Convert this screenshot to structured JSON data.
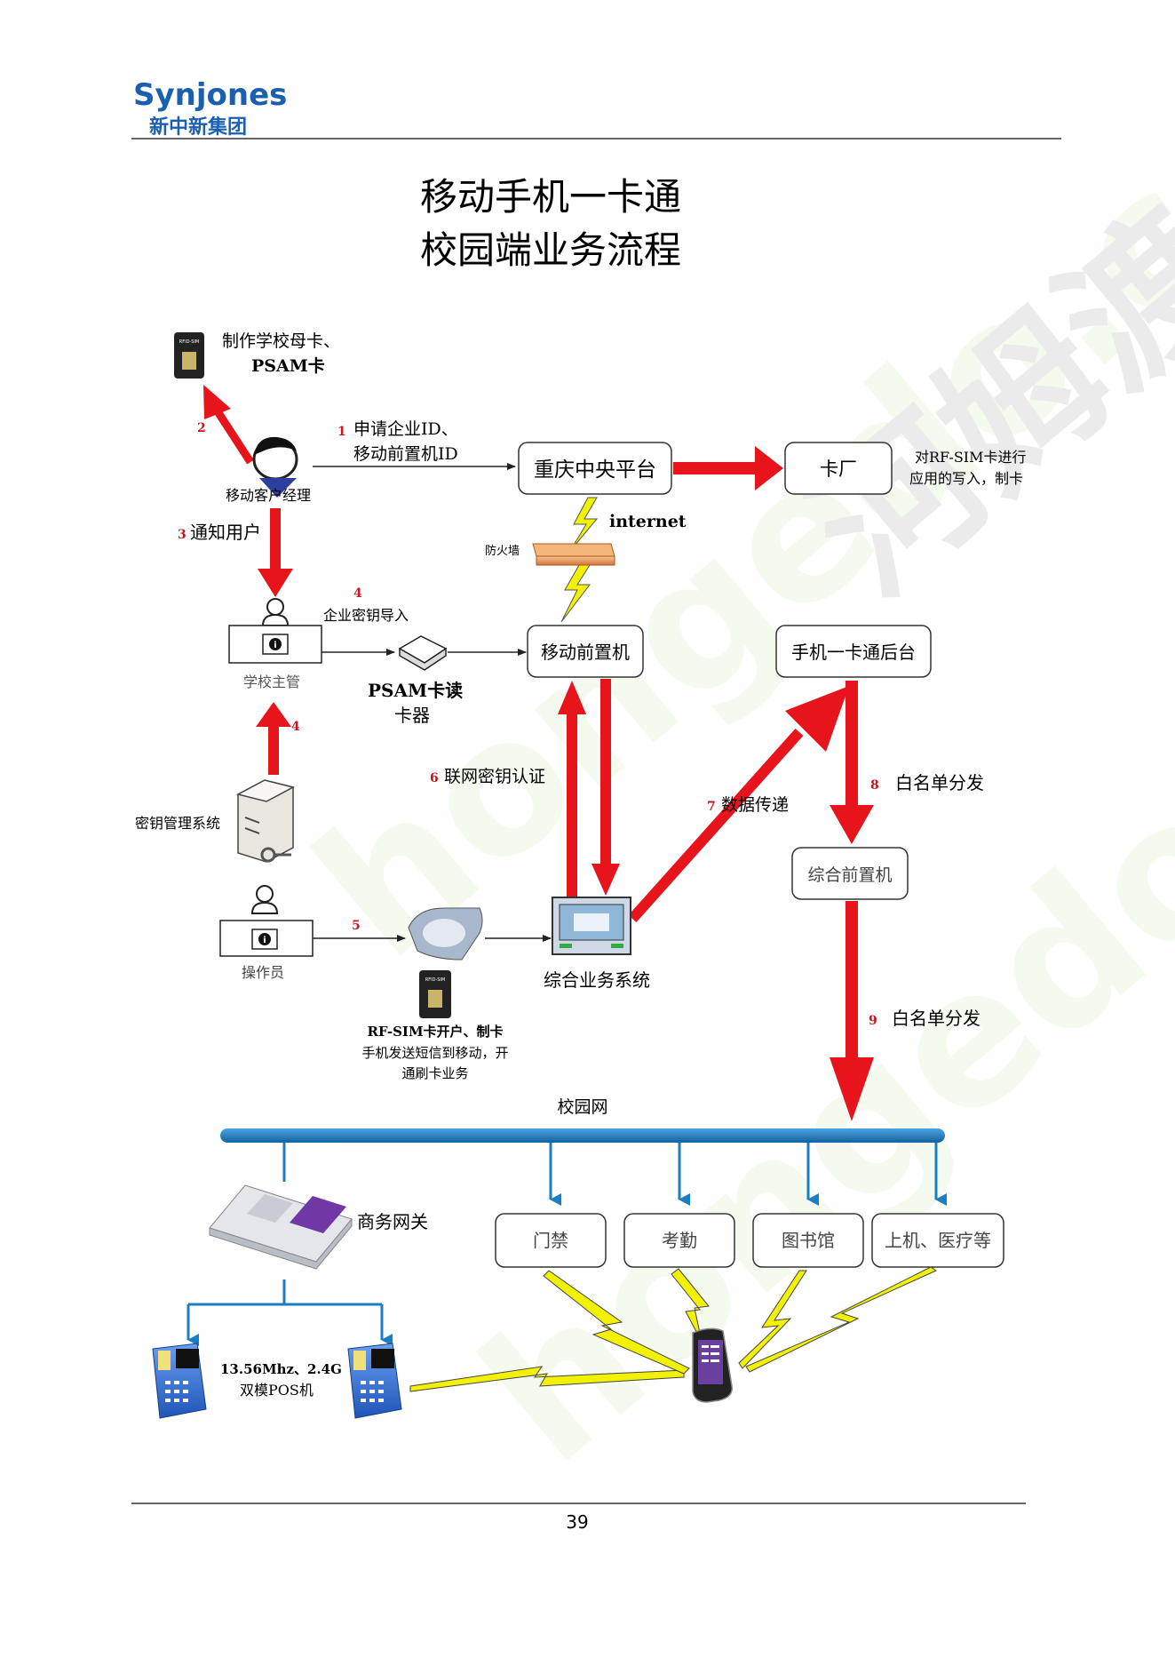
{
  "header": {
    "logo_text": "Synjones",
    "logo_cn": "新中新集团"
  },
  "title": {
    "line1": "移动手机一卡通",
    "line2": "校园端业务流程"
  },
  "watermark": "hongedo.com 河姆渡",
  "labels": {
    "make_card_l1": "制作学校母卡、",
    "make_card_l2": "PSAM卡",
    "sim_chip": "RFID-SIM",
    "step1_num": "1",
    "step1_l1": "申请企业ID、",
    "step1_l2": "移动前置机ID",
    "step2_num": "2",
    "step3_num": "3",
    "step3_text": "通知用户",
    "account_manager": "移动客户经理",
    "firewall": "防火墙",
    "internet": "internet",
    "card_factory_note_l1": "对RF-SIM卡进行",
    "card_factory_note_l2": "应用的写入，制卡",
    "step4a_num": "4",
    "step4a_text": "企业密钥导入",
    "school_manager": "学校主管",
    "psam_reader_l1": "PSAM卡读",
    "psam_reader_l2": "卡器",
    "step4b_num": "4",
    "key_system": "密钥管理系统",
    "step6_num": "6",
    "step6_text": "联网密钥认证",
    "step7_num": "7",
    "step7_text": "数据传递",
    "step8_num": "8",
    "step8_text": "白名单分发",
    "step5_num": "5",
    "operator": "操作员",
    "rfsim_l1": "RF-SIM卡开户、制卡",
    "rfsim_l2": "手机发送短信到移动，开",
    "rfsim_l3": "通刷卡业务",
    "integrated_system": "综合业务系统",
    "step9_num": "9",
    "step9_text": "白名单分发",
    "campus_net": "校园网",
    "gateway": "商务网关",
    "pos_l1": "13.56Mhz、2.4G",
    "pos_l2": "双模POS机"
  },
  "boxes": {
    "chongqing": "重庆中央平台",
    "card_factory": "卡厂",
    "mobile_front": "移动前置机",
    "backend": "手机一卡通后台",
    "front_machine": "综合前置机",
    "access": "门禁",
    "attendance": "考勤",
    "library": "图书馆",
    "computer_medical": "上机、医疗等"
  },
  "footer": {
    "page_number": "39"
  },
  "colors": {
    "red_arrow": "#e8141c",
    "blue_bus": "#1b7dc4",
    "lightning": "#f2f200",
    "box_border": "#333333"
  }
}
